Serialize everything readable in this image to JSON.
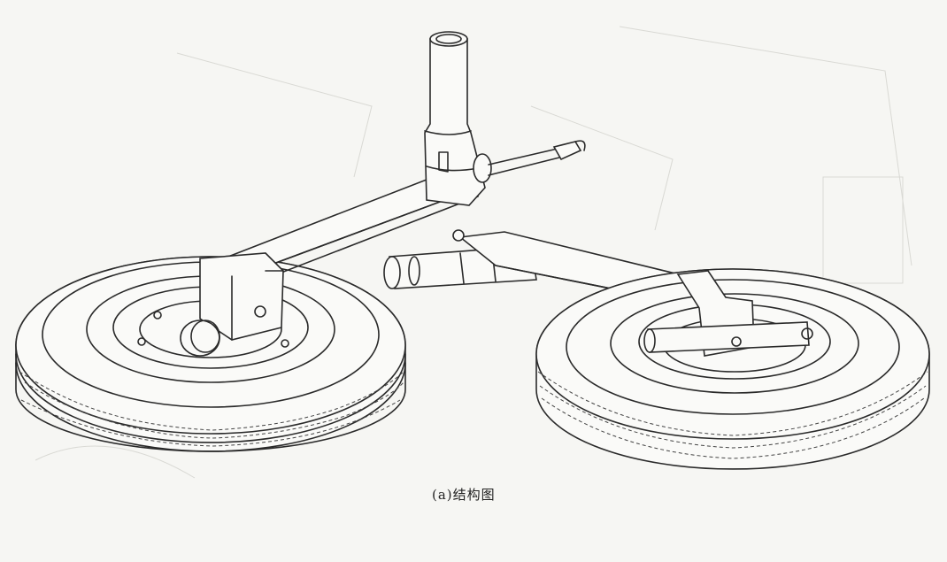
{
  "figure": {
    "caption": "(a)结构图",
    "parts": [
      "left-wheel",
      "right-wheel",
      "left-trail-arm",
      "right-trail-arm",
      "vertical-post",
      "detached-sleeve"
    ]
  }
}
